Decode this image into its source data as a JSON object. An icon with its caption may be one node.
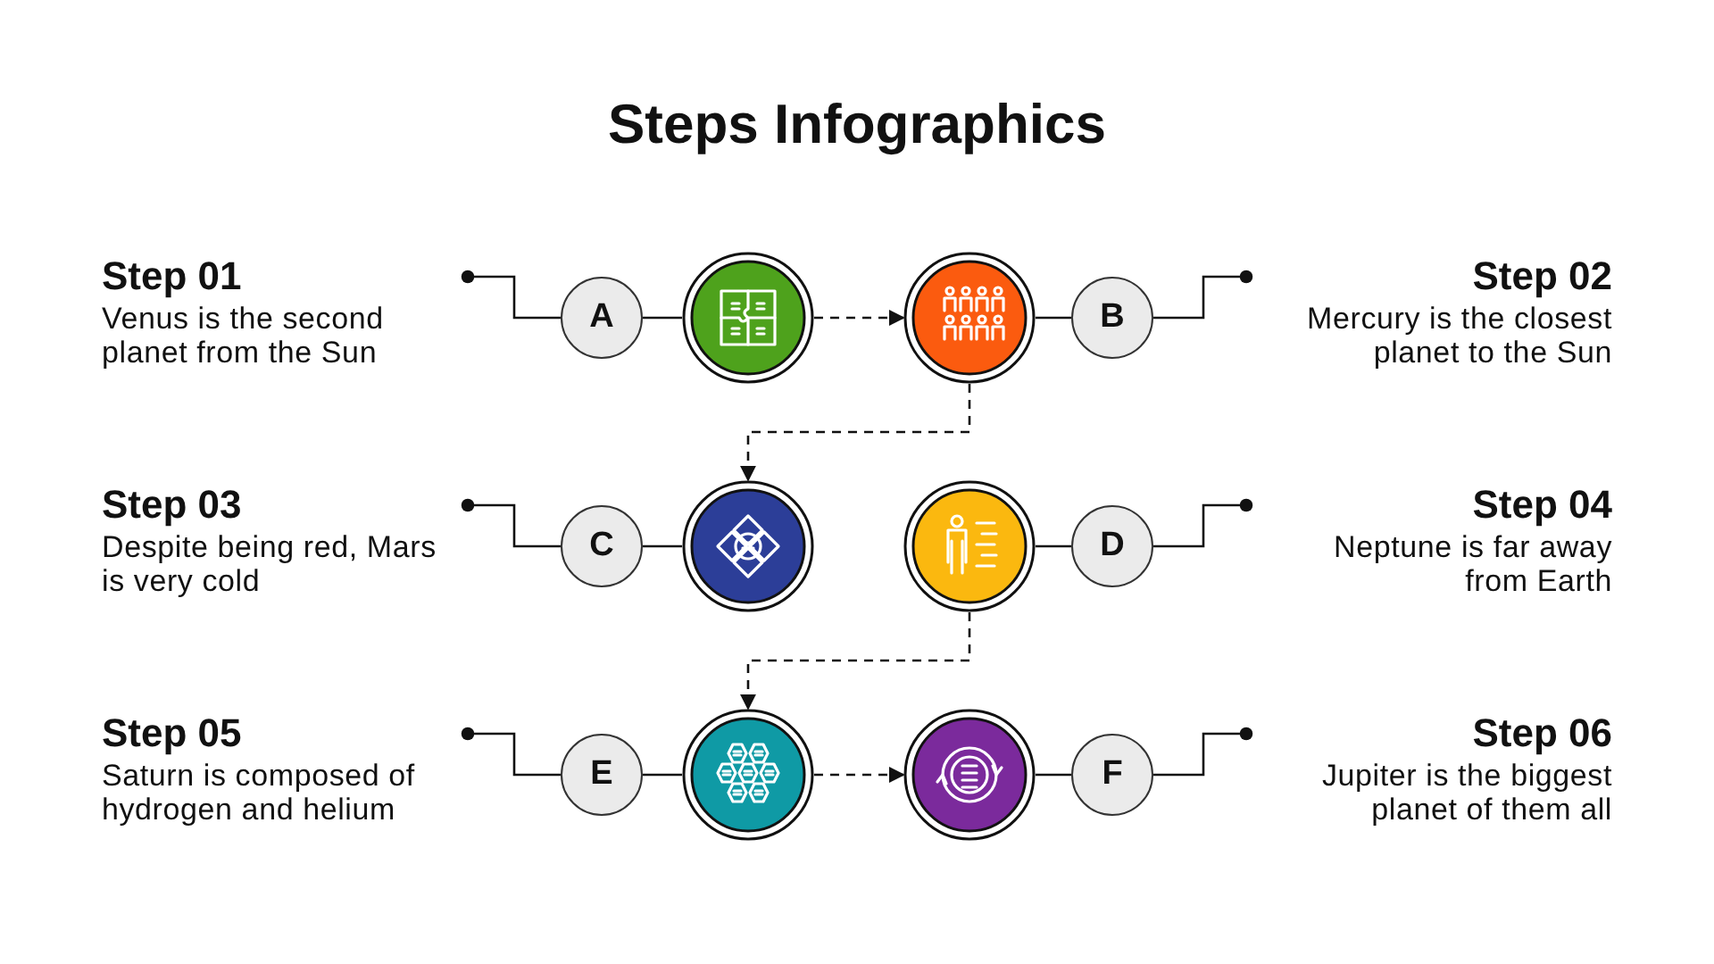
{
  "diagram": {
    "title": "Steps Infographics",
    "nodes": [
      {
        "text": [
          "Step 01",
          "Venus is the second planet from the Sun"
        ]
      },
      {
        "text": [
          "A"
        ]
      },
      {
        "text": [],
        "shape": "circle"
      },
      {
        "text": [],
        "shape": "circle"
      },
      {
        "text": [
          "B"
        ]
      },
      {
        "text": [
          "Step 02",
          "Mercury is the closest planet to the Sun"
        ]
      },
      {
        "text": [
          "Step 03",
          "Despite being red, Mars is very cold"
        ]
      },
      {
        "text": [
          "C"
        ]
      },
      {
        "text": [],
        "shape": "circle"
      },
      {
        "text": [],
        "shape": "circle"
      },
      {
        "text": [
          "D"
        ]
      },
      {
        "text": [
          "Step 04",
          "Neptune is far away from Earth"
        ]
      },
      {
        "text": [
          "Step 05",
          "Saturn is composed of hydrogen and helium"
        ]
      },
      {
        "text": [
          "E"
        ]
      },
      {
        "text": [],
        "shape": "circle"
      },
      {
        "text": [],
        "shape": "circle"
      },
      {
        "text": [
          "F"
        ]
      },
      {
        "text": [
          "Step 06",
          "Jupiter is the biggest planet of them all"
        ]
      }
    ],
    "edges": [
      {
        "from": 0,
        "to": 1,
        "arrow": "other"
      },
      {
        "from": 1,
        "to": 2,
        "arrow": "none"
      },
      {
        "from": 2,
        "to": 3,
        "arrow": "to",
        "style": "dashed"
      },
      {
        "from": 3,
        "to": 4,
        "arrow": "none"
      },
      {
        "from": 5,
        "to": 4,
        "arrow": "other"
      },
      {
        "from": 3,
        "to": 8,
        "arrow": "to",
        "style": "dashed"
      },
      {
        "from": 6,
        "to": 7,
        "arrow": "other"
      },
      {
        "from": 7,
        "to": 8,
        "arrow": "none"
      },
      {
        "from": 9,
        "to": 10,
        "arrow": "none"
      },
      {
        "from": 11,
        "to": 10,
        "arrow": "other"
      },
      {
        "from": 9,
        "to": 14,
        "arrow": "to",
        "style": "dashed"
      },
      {
        "from": 12,
        "to": 13,
        "arrow": "other"
      },
      {
        "from": 13,
        "to": 14,
        "arrow": "none"
      },
      {
        "from": 14,
        "to": 15,
        "arrow": "to",
        "style": "dashed"
      },
      {
        "from": 15,
        "to": 16,
        "arrow": "none"
      },
      {
        "from": 17,
        "to": 16,
        "arrow": "other"
      }
    ]
  }
}
